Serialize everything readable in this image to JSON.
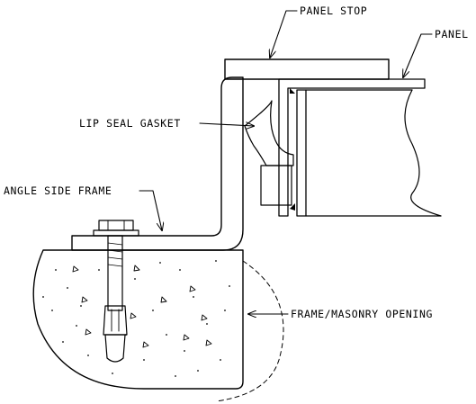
{
  "labels": {
    "panel_stop": "PANEL STOP",
    "panel": "PANEL",
    "lip_seal_gasket": "LIP SEAL GASKET",
    "angle_side_frame": "ANGLE SIDE FRAME",
    "frame_masonry_opening": "FRAME/MASONRY OPENING"
  }
}
